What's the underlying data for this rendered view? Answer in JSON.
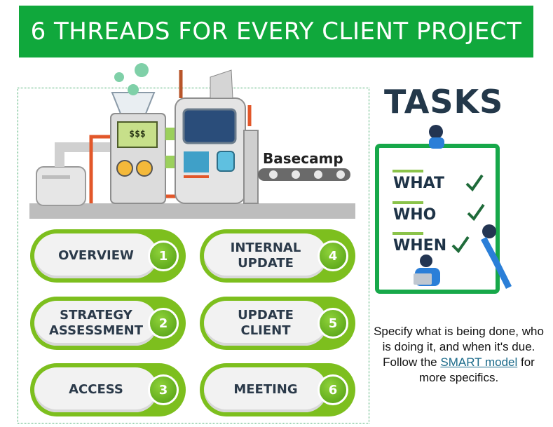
{
  "banner": {
    "title": "6 THREADS FOR EVERY CLIENT PROJECT"
  },
  "machine": {
    "brand_label": "Basecamp",
    "display_text": "$$$"
  },
  "threads": [
    {
      "label": "OVERVIEW",
      "number": "1"
    },
    {
      "label": "STRATEGY\nASSESSMENT",
      "number": "2"
    },
    {
      "label": "ACCESS",
      "number": "3"
    },
    {
      "label": "INTERNAL\nUPDATE",
      "number": "4"
    },
    {
      "label": "UPDATE\nCLIENT",
      "number": "5"
    },
    {
      "label": "MEETING",
      "number": "6"
    }
  ],
  "tasks": {
    "title": "TASKS",
    "board_items": [
      "WHAT",
      "WHO",
      "WHEN"
    ]
  },
  "description": {
    "text_before": "Specify what is being done, who is doing it, and when it's due. Follow the ",
    "link_text": "SMART model",
    "text_after": " for more specifics."
  },
  "colors": {
    "banner_green": "#10a83c",
    "pill_green": "#7dbf1e",
    "title_navy": "#23384a",
    "link_blue": "#1a6a8a"
  }
}
